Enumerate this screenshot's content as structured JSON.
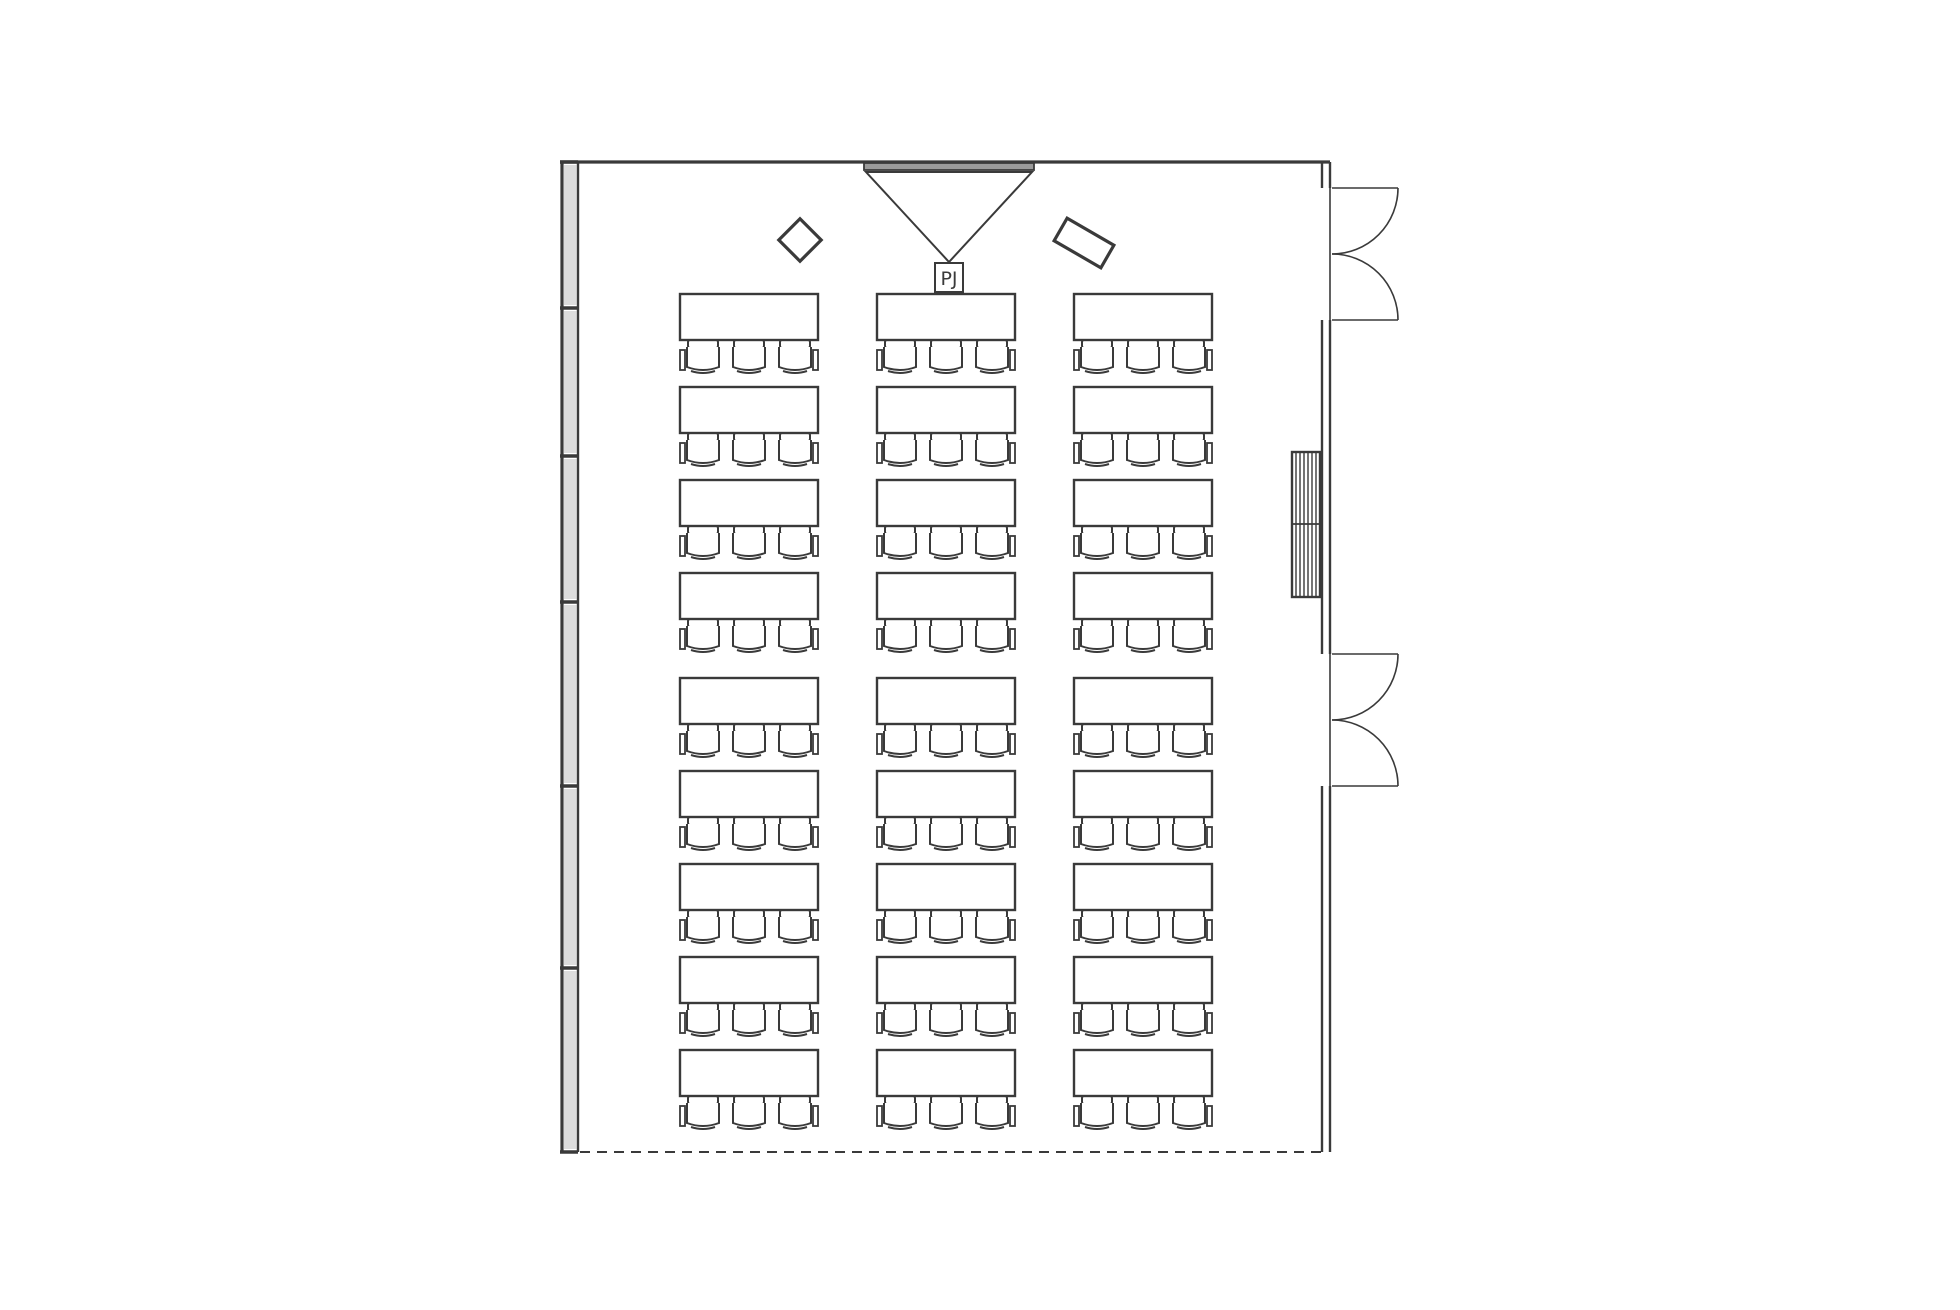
{
  "room": {
    "name": "",
    "projector_label": "PJ",
    "colors": {
      "line": "#3a3a3a",
      "window_fill": "#dcdcdc",
      "screen_fill": "#9a9a9a",
      "background": "#ffffff"
    }
  },
  "layout": {
    "table_columns": 3,
    "table_rows": 9,
    "chairs_per_table": 3,
    "total_tables": 27,
    "total_chairs": 81,
    "doors": 2,
    "door_leaves_per_door": 2,
    "windows_left_wall": 6,
    "speakers": 2
  }
}
